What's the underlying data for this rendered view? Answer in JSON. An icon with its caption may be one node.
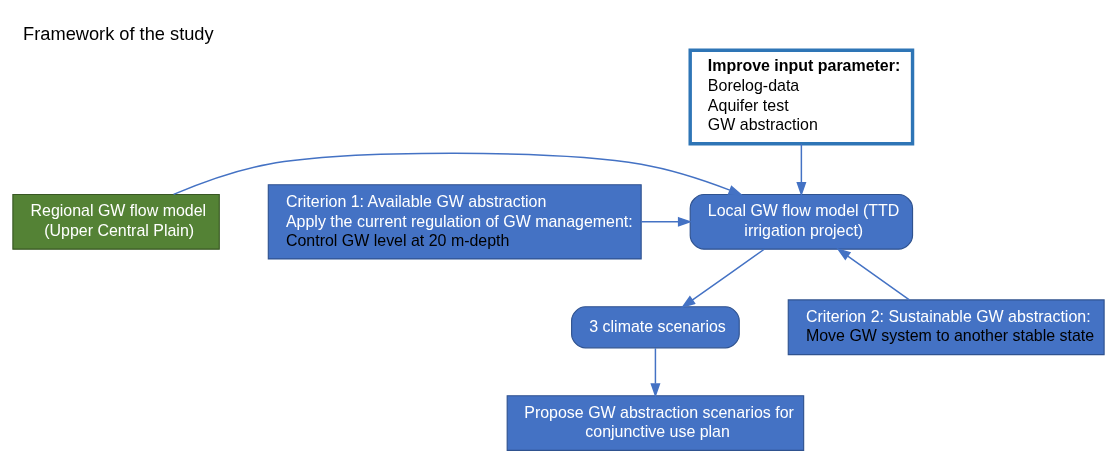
{
  "diagram": {
    "title": "Framework of the study",
    "nodes": [
      {
        "text": [
          "Improve input parameter:",
          "Borelog-data",
          "Aquifer test",
          "GW abstraction"
        ]
      },
      {
        "text": [
          "Regional GW flow model (Upper Central Plain)"
        ]
      },
      {
        "text": [
          "Local GW flow model (TTD irrigation project)"
        ]
      },
      {
        "text": [
          "Criterion 1: Available GW abstraction",
          "Apply the current regulation of GW management:",
          "Control GW level at 20 m-depth"
        ]
      },
      {
        "text": [
          "Criterion 2: Sustainable GW abstraction:",
          "Move GW system to another stable state"
        ]
      },
      {
        "text": [
          "3 climate scenarios"
        ]
      },
      {
        "text": [
          "Propose GW abstraction scenarios for conjunctive use plan"
        ]
      }
    ],
    "edges": [
      {
        "from": 0,
        "to": 2,
        "arrow": "to"
      },
      {
        "from": 1,
        "to": 2,
        "arrow": "to"
      },
      {
        "from": 3,
        "to": 2,
        "arrow": "to"
      },
      {
        "from": 4,
        "to": 2,
        "arrow": "to"
      },
      {
        "from": 2,
        "to": 5,
        "arrow": "to"
      },
      {
        "from": 5,
        "to": 6,
        "arrow": "to"
      }
    ]
  }
}
